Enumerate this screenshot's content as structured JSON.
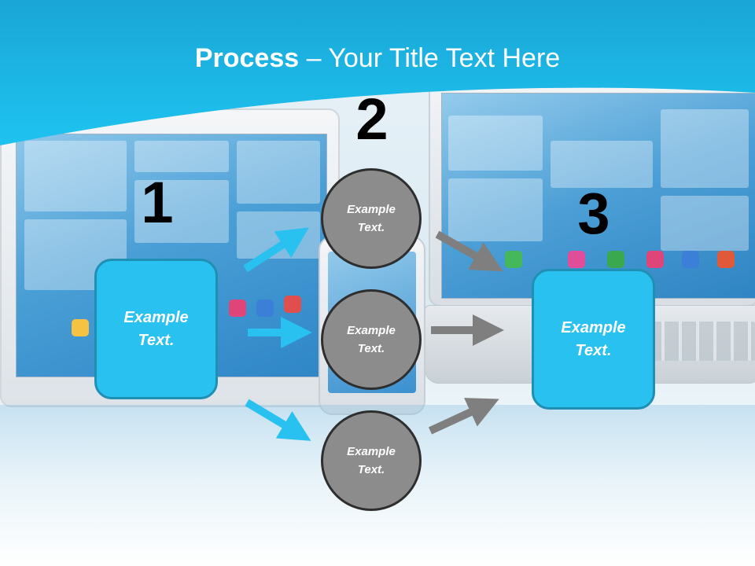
{
  "title": {
    "bold": "Process",
    "rest": " – Your Title Text Here"
  },
  "steps": {
    "one": "1",
    "two": "2",
    "three": "3"
  },
  "boxes": {
    "left": "Example Text.",
    "right": "Example Text."
  },
  "circles": [
    {
      "text": "Example Text."
    },
    {
      "text": "Example Text."
    },
    {
      "text": "Example Text."
    }
  ],
  "colors": {
    "accent_blue": "#29c1ef",
    "box_border": "#1f8fb4",
    "circle_fill": "#8c8c8c",
    "circle_border": "#2e2e2e",
    "arrow_blue": "#29c1ef",
    "arrow_gray": "#7f7f7f"
  }
}
